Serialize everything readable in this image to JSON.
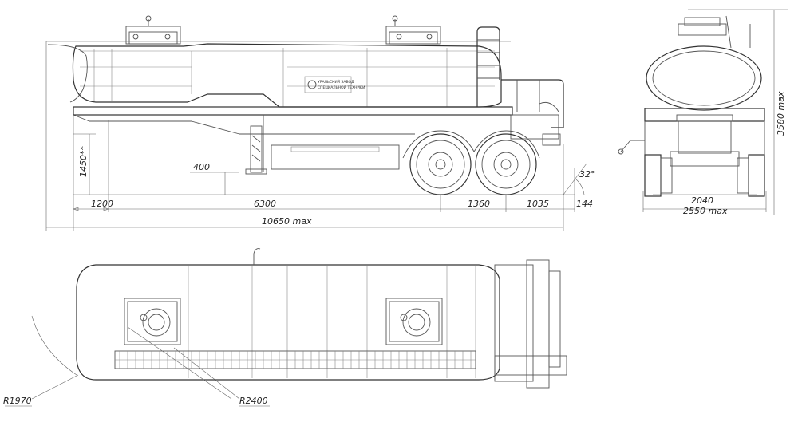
{
  "side_view": {
    "dims": {
      "d1200": "1200",
      "d6300": "6300",
      "d1360": "1360",
      "d1035": "1035",
      "d144": "144",
      "d10650": "10650 max",
      "d1450": "1450**",
      "d400": "400",
      "angle": "32°"
    },
    "logo": {
      "line1": "УРАЛЬСКИЙ ЗАВОД",
      "line2": "СПЕЦИАЛЬНОЙ ТЕХНИКИ"
    }
  },
  "rear_view": {
    "dims": {
      "d2040": "2040",
      "d2550": "2550 max",
      "d3580": "3580 max"
    }
  },
  "top_view": {
    "dims": {
      "r1970": "R1970",
      "r2400": "R2400"
    }
  }
}
